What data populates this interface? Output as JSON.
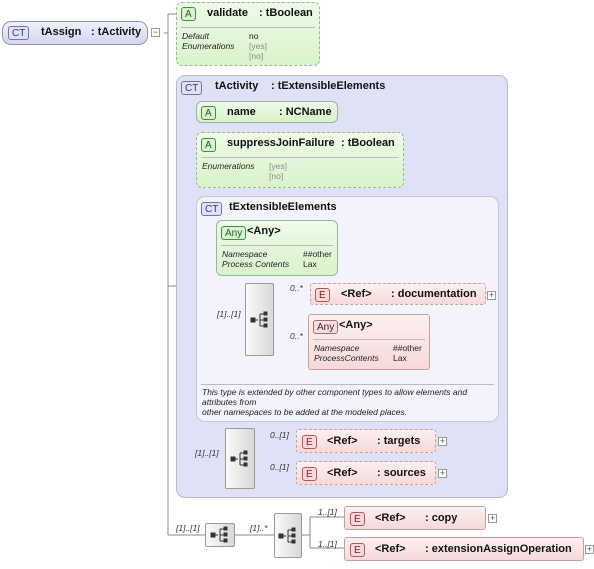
{
  "root": {
    "badge": "CT",
    "name": "tAssign",
    "type": ": tActivity"
  },
  "validate": {
    "badge": "A",
    "name": "validate",
    "type": ": tBoolean",
    "default_label": "Default",
    "default_value": "no",
    "enum_label": "Enumerations",
    "enum_values": [
      "[yes]",
      "[no]"
    ]
  },
  "tactivity": {
    "badge": "CT",
    "name": "tActivity",
    "type": ": tExtensibleElements"
  },
  "name_attr": {
    "badge": "A",
    "name": "name",
    "type": ": NCName"
  },
  "suppress": {
    "badge": "A",
    "name": "suppressJoinFailure",
    "type": ": tBoolean",
    "enum_label": "Enumerations",
    "enum_values": [
      "[yes]",
      "[no]"
    ]
  },
  "textensible": {
    "badge": "CT",
    "name": "tExtensibleElements",
    "description_lines": [
      "This type is extended by other component types to allow elements and",
      "attributes from",
      "other namespaces to be added at the modeled places."
    ]
  },
  "any_attr": {
    "badge": "Any",
    "name": "<Any>",
    "namespace_label": "Namespace",
    "namespace_value": "##other",
    "process_label": "Process Contents",
    "process_value": "Lax"
  },
  "documentation": {
    "badge": "E",
    "ref": "<Ref>",
    "name": ": documentation",
    "occurs": "0..*"
  },
  "any_elem": {
    "badge": "Any",
    "name": "<Any>",
    "occurs": "0..*",
    "namespace_label": "Namespace",
    "namespace_value": "##other",
    "process_label": "ProcessContents",
    "process_value": "Lax"
  },
  "ext_seq_occurs": "[1]..[1]",
  "targets": {
    "badge": "E",
    "ref": "<Ref>",
    "name": ": targets",
    "occurs": "0..[1]"
  },
  "sources": {
    "badge": "E",
    "ref": "<Ref>",
    "name": ": sources",
    "occurs": "0..[1]"
  },
  "act_seq_occurs": "[1]..[1]",
  "root_seq_occurs": "[1]..[1]",
  "choice_occurs": "[1]..*",
  "copy": {
    "badge": "E",
    "ref": "<Ref>",
    "name": ": copy",
    "occurs": "1..[1]"
  },
  "extension": {
    "badge": "E",
    "ref": "<Ref>",
    "name": ": extensionAssignOperation",
    "occurs": "1..[1]"
  },
  "expand_symbol": "+",
  "collapse_symbol": "−",
  "colors": {
    "ct_fill": "#dfe1f6",
    "attr_fill": "#d8f3cc",
    "elem_fill": "#f6d9d9",
    "line": "#8a8a8a"
  }
}
